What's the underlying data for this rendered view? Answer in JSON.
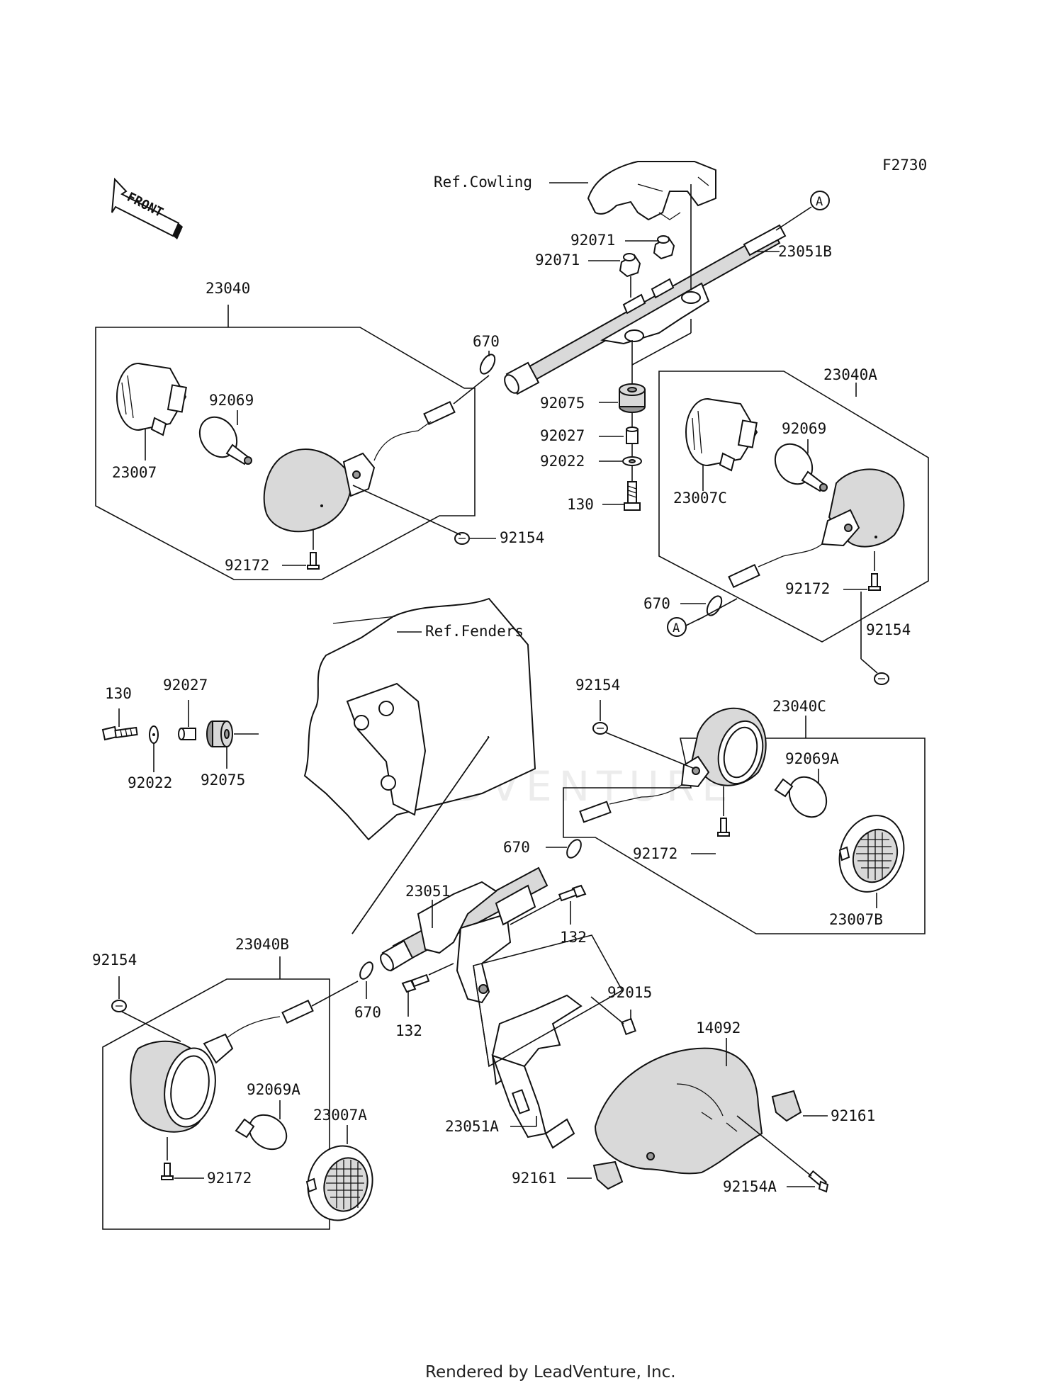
{
  "figure_code": "F2730",
  "front_label": "FRONT",
  "watermark": "LEADVENTURE",
  "footer": "Rendered by LeadVenture, Inc.",
  "references": {
    "cowling": "Ref.Cowling",
    "fenders": "Ref.Fenders"
  },
  "markers": {
    "a": "A"
  },
  "part_numbers": {
    "p23040": "23040",
    "p23040A": "23040A",
    "p23040B": "23040B",
    "p23040C": "23040C",
    "p23007": "23007",
    "p23007A": "23007A",
    "p23007B": "23007B",
    "p23007C": "23007C",
    "p92069": "92069",
    "p92069A": "92069A",
    "p670": "670",
    "p92071": "92071",
    "p23051": "23051",
    "p23051A": "23051A",
    "p23051B": "23051B",
    "p92075": "92075",
    "p92027": "92027",
    "p92022": "92022",
    "p130": "130",
    "p132": "132",
    "p92154": "92154",
    "p92154A": "92154A",
    "p92172": "92172",
    "p92015": "92015",
    "p14092": "14092",
    "p92161": "92161"
  }
}
